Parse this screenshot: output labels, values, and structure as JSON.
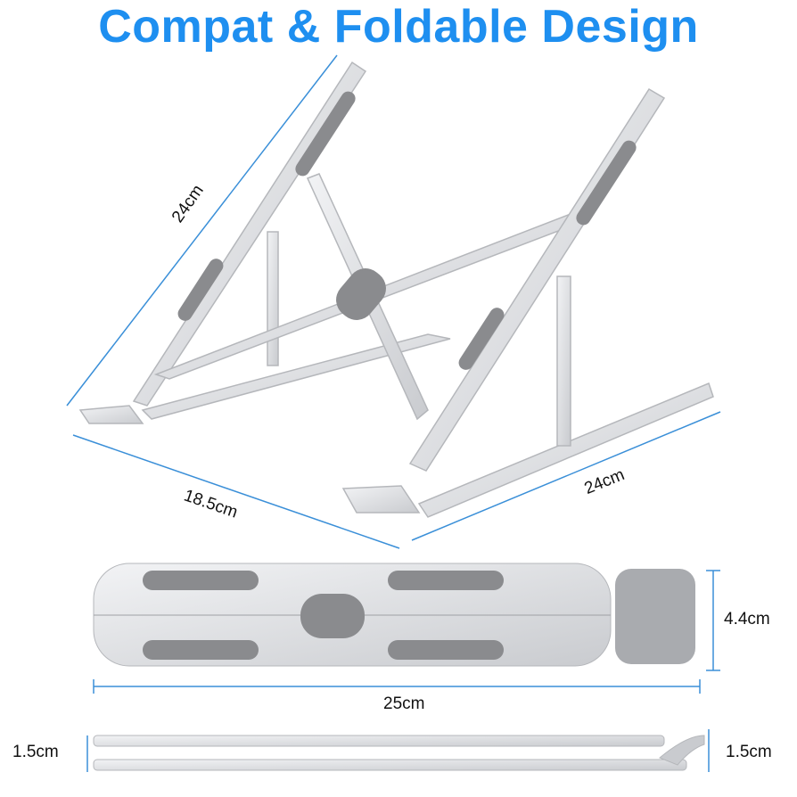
{
  "title": "Compat & Foldable Design",
  "dimensions": {
    "left_leg_length": "24cm",
    "base_width": "18.5cm",
    "right_base_length": "24cm",
    "folded_width": "4.4cm",
    "folded_length": "25cm",
    "folded_thickness_left": "1.5cm",
    "folded_thickness_right": "1.5cm"
  },
  "colors": {
    "title": "#1e8ff0",
    "dimension_line": "#3a8fd8",
    "metal": "#d9dbde",
    "pad": "#8a8b8e"
  }
}
